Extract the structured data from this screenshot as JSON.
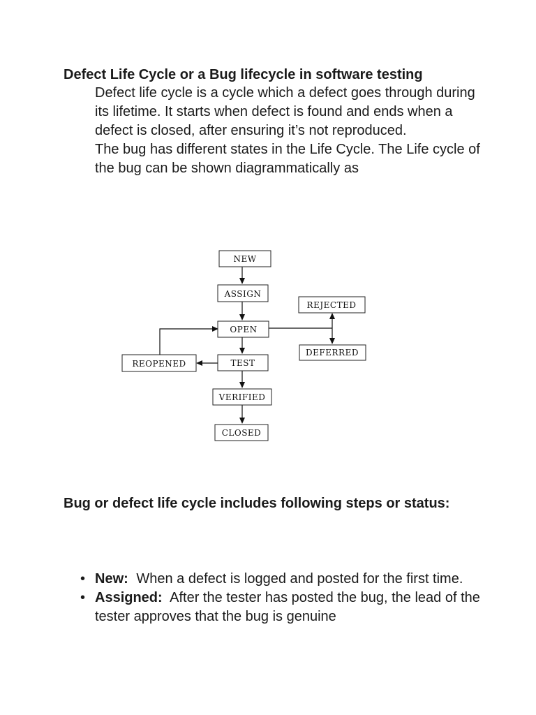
{
  "document": {
    "title": "Defect Life Cycle or a Bug lifecycle in software testing",
    "intro_paragraphs": [
      "Defect life cycle is a cycle which a defect goes through during its lifetime. It starts when defect is found and ends when a defect is closed, after ensuring it’s not reproduced.",
      "The bug has different states in the Life Cycle. The Life cycle of the bug can be shown diagrammatically as"
    ],
    "steps_heading": "Bug or defect life cycle includes following steps or status:",
    "steps": [
      {
        "bullet": "•",
        "term": "New:",
        "description": "When a defect is logged and posted for the first time."
      },
      {
        "bullet": "•",
        "term": "Assigned:",
        "description": "After the tester has posted the bug, the lead of the tester approves that the bug is genuine"
      }
    ]
  },
  "diagram": {
    "states": {
      "new": "NEW",
      "assign": "ASSIGN",
      "open": "OPEN",
      "test": "TEST",
      "verified": "VERIFIED",
      "closed": "CLOSED",
      "reopened": "REOPENED",
      "rejected": "REJECTED",
      "deferred": "DEFERRED"
    },
    "transitions": [
      [
        "NEW",
        "ASSIGN"
      ],
      [
        "ASSIGN",
        "OPEN"
      ],
      [
        "OPEN",
        "TEST"
      ],
      [
        "TEST",
        "VERIFIED"
      ],
      [
        "VERIFIED",
        "CLOSED"
      ],
      [
        "TEST",
        "REOPENED"
      ],
      [
        "REOPENED",
        "OPEN"
      ],
      [
        "OPEN",
        "REJECTED"
      ],
      [
        "OPEN",
        "DEFERRED"
      ]
    ]
  }
}
